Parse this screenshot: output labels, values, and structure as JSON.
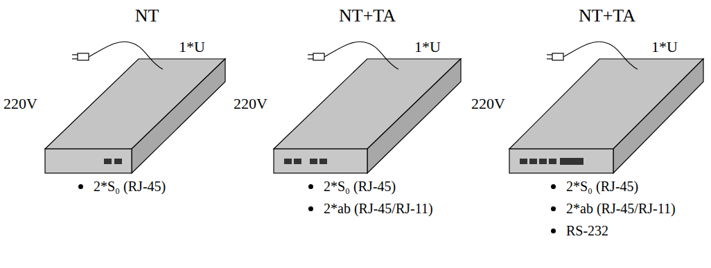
{
  "diagram": {
    "labels": [
      "NT",
      "NT+TA",
      "NT+TA",
      "1*U",
      "1*U",
      "1*U",
      "220V",
      "220V",
      "220V",
      "2*S₀ (RJ-45)",
      "2*S₀ (RJ-45)",
      "2*ab (RJ-45/RJ-11)",
      "2*S₀ (RJ-45)",
      "2*ab (RJ-45/RJ-11)",
      "RS-232"
    ]
  }
}
